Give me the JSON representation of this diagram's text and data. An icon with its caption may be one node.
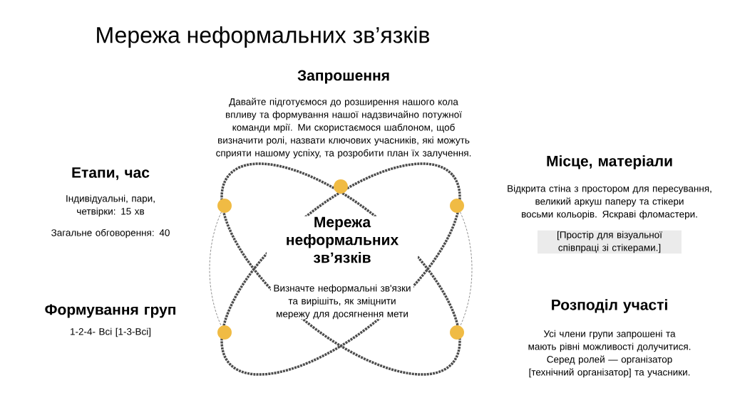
{
  "diagram": {
    "title": "Мережа неформальних зв’язків",
    "labels": [
      "Запрошення",
      "Давайте підготуємося до розширення нашого кола впливу та формування нашої надзвичайно потужної команди мрії. Ми скористаємося шаблоном, щоб визначити ролі, назвати ключових учасників, які можуть сприяти нашому успіху, та розробити план їх залучення.",
      "Етапи, час",
      "Індивідуальні, пари, четвірки: 15 хв",
      "Загальне обговорення: 40",
      "Місце, матеріали",
      "Відкрита стіна з простором для пересування, великий аркуш паперу та стікери восьми кольорів. Яскраві фломастери.",
      "[Простір для візуальної співпраці зі стікерами.]",
      "Мережа неформальних зв’язків",
      "Визначте неформальні зв'язки та вирішіть, як зміцнити мережу для досягнення мети",
      "Формування груп",
      "1-2-4- Всі [1-3-Всі]",
      "Розподіл участі",
      "Усі члени групи запрошені та мають рівні можливості долучитися. Серед ролей — організатор [технічний організатор] та учасники."
    ]
  }
}
